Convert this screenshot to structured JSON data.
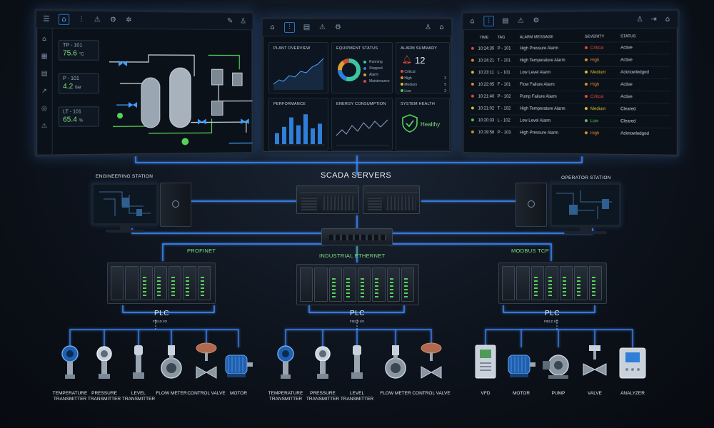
{
  "monitor_left": {
    "tags": [
      {
        "tag": "TP - 101",
        "value": "75.6",
        "unit": "°C"
      },
      {
        "tag": "P - 101",
        "value": "4.2",
        "unit": "bar"
      },
      {
        "tag": "LT - 101",
        "value": "65.4",
        "unit": "%"
      }
    ]
  },
  "monitor_center": {
    "plant_overview": "PLANT OVERVIEW",
    "equipment_status": {
      "title": "EQUIPMENT STATUS",
      "legend": [
        "Running",
        "Stopped",
        "Alarm",
        "Maintenance"
      ],
      "colors": [
        "#3cc6a0",
        "#2f7fd8",
        "#e0a030",
        "#d04a3a"
      ],
      "fractions": [
        0.55,
        0.2,
        0.15,
        0.1
      ]
    },
    "alarm_summary": {
      "title": "ALARM SUMMARY",
      "total": "12",
      "rows": [
        {
          "label": "Critical",
          "count": "",
          "color": "#e04a3a"
        },
        {
          "label": "High",
          "count": "3",
          "color": "#e08a30"
        },
        {
          "label": "Medium",
          "count": "5",
          "color": "#d8c030"
        },
        {
          "label": "Low",
          "count": "2",
          "color": "#57c05a"
        }
      ]
    },
    "performance": "PERFORMANCE",
    "performance_bars": [
      0.35,
      0.55,
      0.85,
      0.6,
      0.95,
      0.5,
      0.65
    ],
    "energy": "ENERGY CONSUMPTION",
    "health": {
      "title": "SYSTEM HEALTH",
      "status": "Healthy"
    }
  },
  "monitor_right": {
    "headers": [
      "TIME",
      "TAG",
      "ALARM MESSAGE",
      "SEVERITY",
      "STATUS"
    ],
    "rows": [
      {
        "time": "10:24:35",
        "tag": "P - 101",
        "message": "High Pressure Alarm",
        "severity": "Critical",
        "status": "Active",
        "color": "#e04a3a"
      },
      {
        "time": "10:24:21",
        "tag": "T - 101",
        "message": "High Temperature Alarm",
        "severity": "High",
        "status": "Active",
        "color": "#e08a30"
      },
      {
        "time": "10:23:11",
        "tag": "L - 101",
        "message": "Low Level Alarm",
        "severity": "Medium",
        "status": "Acknowledged",
        "color": "#d8c030"
      },
      {
        "time": "10:22:05",
        "tag": "F - 101",
        "message": "Flow Failure Alarm",
        "severity": "High",
        "status": "Active",
        "color": "#e08a30"
      },
      {
        "time": "10:21:40",
        "tag": "P - 102",
        "message": "Pump Failure Alarm",
        "severity": "Critical",
        "status": "Active",
        "color": "#e04a3a"
      },
      {
        "time": "10:21:02",
        "tag": "T - 102",
        "message": "High Temperature Alarm",
        "severity": "Medium",
        "status": "Cleared",
        "color": "#d8c030"
      },
      {
        "time": "10:20:33",
        "tag": "L - 102",
        "message": "Low Level Alarm",
        "severity": "Low",
        "status": "Cleared",
        "color": "#57c05a"
      },
      {
        "time": "10:19:58",
        "tag": "P - 103",
        "message": "High Pressure Alarm",
        "severity": "High",
        "status": "Acknowledged",
        "color": "#e08a30"
      }
    ]
  },
  "network": {
    "engineering_station": "ENGINEERING STATION",
    "operator_station": "OPERATOR STATION",
    "scada_servers": "SCADA SERVERS",
    "profinet": "PROFINET",
    "industrial_ethernet": "INDUSTRIAL  ETHERNET",
    "modbus": "MODBUS TCP",
    "plc": "PLC",
    "field_io": "FIELD I/O"
  },
  "devices": {
    "left": [
      {
        "label": "TEMPERATURE TRANSMITTER",
        "icon": "temperature-transmitter-icon"
      },
      {
        "label": "PRESSURE TRANSMITTER",
        "icon": "pressure-transmitter-icon"
      },
      {
        "label": "LEVEL TRANSMITTER",
        "icon": "level-transmitter-icon"
      },
      {
        "label": "FLOW METER",
        "icon": "flow-meter-icon"
      },
      {
        "label": "CONTROL VALVE",
        "icon": "control-valve-icon"
      },
      {
        "label": "MOTOR",
        "icon": "motor-icon"
      }
    ],
    "center": [
      {
        "label": "TEMPERATURE TRANSMITTER",
        "icon": "temperature-transmitter-icon"
      },
      {
        "label": "PRESSURE TRANSMITTER",
        "icon": "pressure-transmitter-icon"
      },
      {
        "label": "LEVEL TRANSMITTER",
        "icon": "level-transmitter-icon"
      },
      {
        "label": "FLOW METER",
        "icon": "flow-meter-icon"
      },
      {
        "label": "CONTROL VALVE",
        "icon": "control-valve-icon"
      }
    ],
    "right": [
      {
        "label": "VFD",
        "icon": "vfd-icon"
      },
      {
        "label": "MOTOR",
        "icon": "motor-icon"
      },
      {
        "label": "PUMP",
        "icon": "pump-icon"
      },
      {
        "label": "VALVE",
        "icon": "valve-icon"
      },
      {
        "label": "ANALYZER",
        "icon": "analyzer-icon"
      }
    ]
  },
  "colors": {
    "accent": "#4da3ff",
    "network_line": "#3f8cff",
    "good": "#7fe07a"
  }
}
